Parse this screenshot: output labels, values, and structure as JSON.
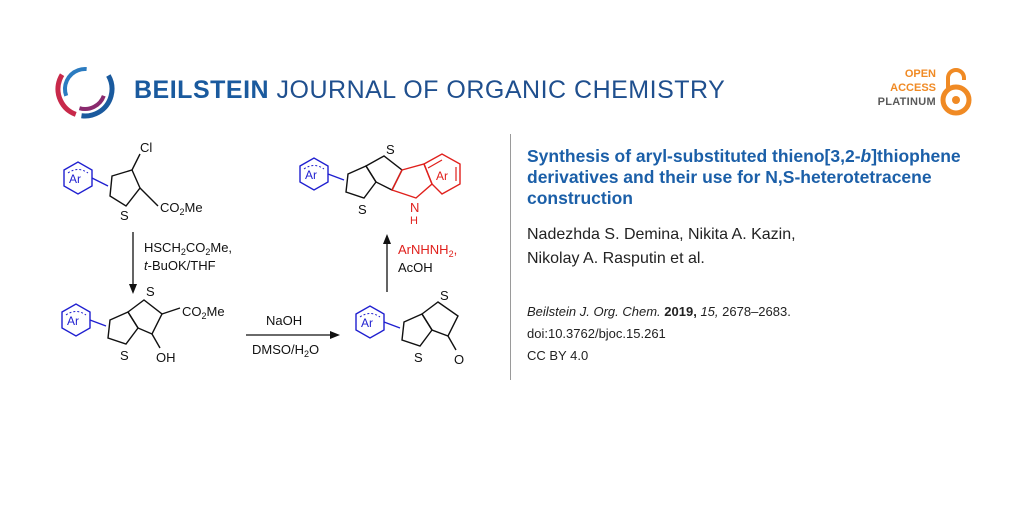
{
  "header": {
    "brand_bold": "BEILSTEIN",
    "brand_rest": " JOURNAL OF ORGANIC CHEMISTRY",
    "open_access_line1": "OPEN",
    "open_access_line2": "ACCESS",
    "open_access_line3": "PLATINUM"
  },
  "article": {
    "title_part1": "Synthesis of aryl-substituted thieno[3,2-",
    "title_italic": "b",
    "title_part2": "]thiophene derivatives and their use for N,S-heterotetracene construction",
    "authors_line1": "Nadezhda S. Demina, Nikita A. Kazin,",
    "authors_line2": "Nikolay A. Rasputin et al.",
    "journal": "Beilstein J. Org. Chem.",
    "year": "2019,",
    "volume": "15,",
    "pages": "2678–2683.",
    "doi": "doi:10.3762/bjoc.15.261",
    "license": "CC BY 4.0"
  },
  "scheme": {
    "ar": "Ar",
    "s": "S",
    "cl": "Cl",
    "co2me": "CO",
    "co2me_sub": "2",
    "co2me_tail": "Me",
    "oh": "OH",
    "o": "O",
    "nh": "H",
    "n": "N",
    "reagent1_a": "HSCH",
    "reagent1_a_sub1": "2",
    "reagent1_a_mid": "CO",
    "reagent1_a_sub2": "2",
    "reagent1_a_tail": "Me,",
    "reagent1_b_italic": "t",
    "reagent1_b": "-BuOK/THF",
    "reagent2_top": "NaOH",
    "reagent2_bottom": "DMSO/H",
    "reagent2_bottom_sub": "2",
    "reagent2_bottom_tail": "O",
    "reagent3_top": "ArNHNH",
    "reagent3_top_sub": "2",
    "reagent3_top_tail": ",",
    "reagent3_bottom": "AcOH"
  },
  "colors": {
    "brand_blue": "#1a5a9e",
    "title_blue": "#1b5fa8",
    "aryl_blue": "#1f1fd0",
    "red": "#e0201c",
    "orange": "#f08a24"
  }
}
